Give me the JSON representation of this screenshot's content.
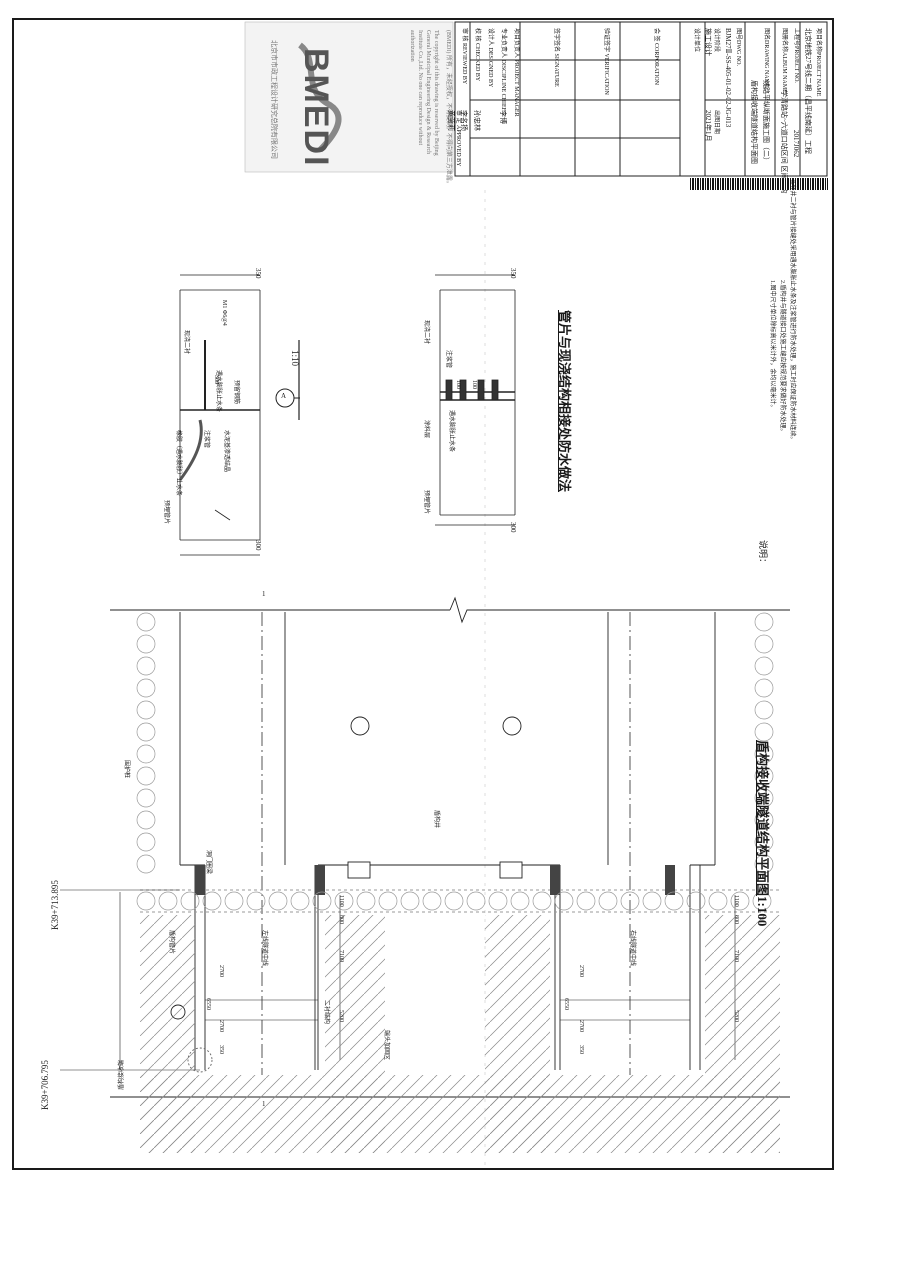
{
  "logo": {
    "text": "BMEDI",
    "company": "北京市市政工程设计研究总院有限公司",
    "notice": "(BMEDI) 所有，未经授权，不得复制。不得向第三方泄露。",
    "copyright": "The copyright of this drawing is reserved by Beijing General Municipal Engineering Design & Research Institute Co.,Ltd. No one can reproduce without authorization"
  },
  "title_block": {
    "project_name_label": "项目名称PROJECT NAME",
    "project_name": "北京地铁27号线二期（昌平线南延）工程",
    "project_no_label": "工程号PROJECT NO.",
    "project_no": "2017J062",
    "drawing_name_label": "图册名称ALBUM NAME",
    "drawing_name": "学清路站~六道口站区间 区间结构",
    "sheet_title_label": "图名DRAWING NAME",
    "sheet_title": "盾构接收端隧道结构平面图",
    "sheet_subtitle": "线路平纵断面施工图（二）",
    "drawing_no_label": "图号DWG NO.",
    "drawing_no": "BJM27Ⅱ-SS-405-01-02-02-JG-013",
    "stage_label": "设计阶段",
    "stage": "施工设计",
    "date_label": "出图日期",
    "date": "2021年1月",
    "roles": [
      {
        "label": "项目负责人 PROJECT MANAGER",
        "name": ""
      },
      {
        "label": "专业负责人 DISCIPLINE CHIEF",
        "name": "李博"
      },
      {
        "label": "设计人 DESIGNED BY",
        "name": ""
      },
      {
        "label": "校 核 CHECKED BY",
        "name": "孙忠林"
      },
      {
        "label": "审 核 REVIEWED BY",
        "name": "李名扬"
      },
      {
        "label": "审 定 APPROVED BY",
        "name": "黄莹莉"
      }
    ],
    "sign_labels": [
      "签字签名 SIGNATURE",
      "验证签字 VERIFICATION",
      "会 签 CORPORATION"
    ],
    "misc_label": "设计单位"
  },
  "detail_a": {
    "marker": "A",
    "scale": "1:10",
    "dim_top": "350",
    "dim_bottom": "300",
    "anchor": "M1 Φ6@4",
    "dim_mid": "300",
    "labels": [
      "现浇二衬",
      "预埋管片",
      "橡胶（遇水膨胀）止水条",
      "注浆管",
      "水泥基渗透结晶",
      "遇水膨胀止水条",
      "预留钢筋"
    ]
  },
  "detail_b": {
    "title": "管片与现浇结构相接处防水做法",
    "dim_top": "350",
    "dim_bottom": "300",
    "dim_1": "100",
    "dim_2": "100",
    "labels": [
      "现浇二衬",
      "注浆管",
      "遇水膨胀止水条",
      "预埋管片",
      "涂料层"
    ]
  },
  "notes": {
    "heading": "说明：",
    "items": [
      "1.图中尺寸单位除标高以米计外，余均以毫米计。",
      "2.盾构井与隧道接口处施工缝应按规范要求做好防水处理。",
      "3.竖井二衬与管片接缝处采用遇水膨胀止水条及注浆管进行防水处理，施工时应保证防水材料连续。"
    ]
  },
  "plan": {
    "title": "盾构接收端隧道结构平面图",
    "scale": "1:100",
    "section_mark": "1",
    "stations": [
      "K39+713.895",
      "K39+706.795"
    ],
    "station_note": "盾构接收端",
    "dims": [
      "6550",
      "2700",
      "2700",
      "350",
      "7100",
      "5200",
      "800",
      "1100",
      "6550",
      "2700",
      "2700",
      "350",
      "7100",
      "5200",
      "800",
      "1100"
    ],
    "labels": [
      "盾构管片",
      "左线隧道中线",
      "右线隧道中线",
      "围护桩",
      "端头加固区",
      "洞门圈梁",
      "二衬结构",
      "盾构井"
    ]
  },
  "stamp_text": "北京市市政工程设计研究总院有限公司"
}
